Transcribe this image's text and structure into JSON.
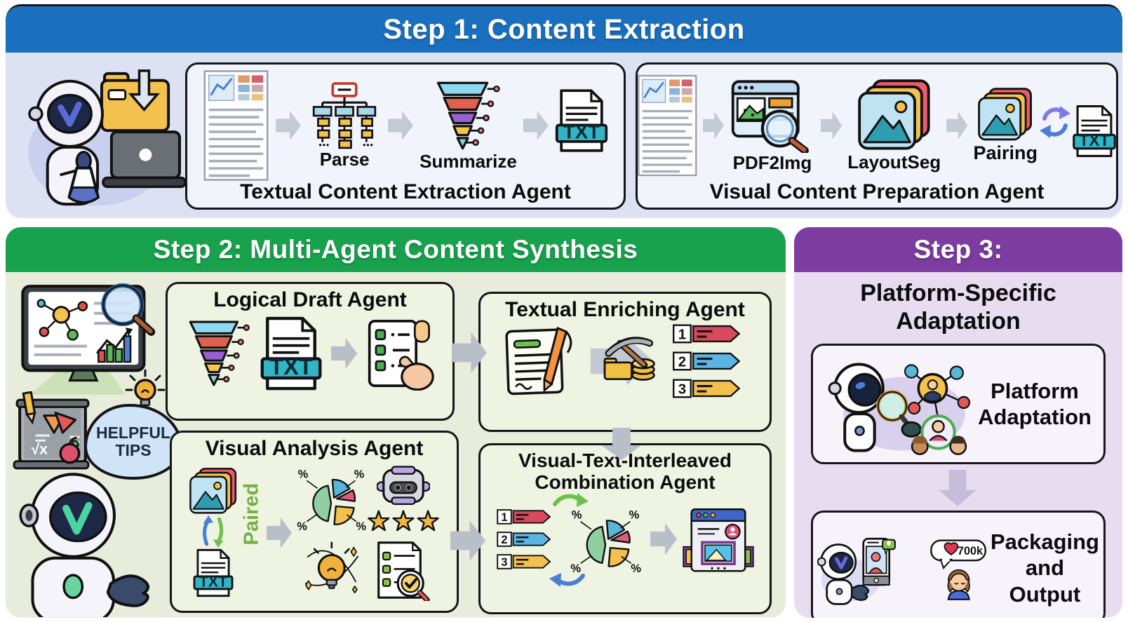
{
  "glyphs": {
    "percent": "%",
    "txt_label": "TXT"
  },
  "colors": {
    "step1_header": "#1a6fbe",
    "step1_body": "#dce1f3",
    "step2_header": "#18a24d",
    "step2_body": "#e7ecdb",
    "step3_header": "#7c3ca0",
    "step3_body": "#e8ddf0",
    "banner_red": "#d8485f",
    "banner_blue": "#5bb4e4",
    "banner_yellow": "#f2c04e",
    "paired_green": "#76b043"
  },
  "step1": {
    "title": "Step 1: Content Extraction",
    "textual_agent": {
      "title": "Textual Content Extraction Agent",
      "parse_label": "Parse",
      "summarize_label": "Summarize"
    },
    "visual_agent": {
      "title": "Visual Content Preparation Agent",
      "pdf2img_label": "PDF2Img",
      "layoutseg_label": "LayoutSeg",
      "pairing_label": "Pairing"
    }
  },
  "step2": {
    "title": "Step 2: Multi-Agent Content Synthesis",
    "tips_line1": "HELPFUL",
    "tips_line2": "TIPS",
    "board_formula": "√x",
    "logical_draft_title": "Logical Draft Agent",
    "textual_enriching_title": "Textual Enriching Agent",
    "visual_analysis_title": "Visual Analysis Agent",
    "paired_label": "Paired",
    "combination_title_line1": "Visual-Text-Interleaved",
    "combination_title_line2": "Combination Agent",
    "banner_numbers": [
      "1",
      "2",
      "3"
    ]
  },
  "step3": {
    "title": "Step 3:",
    "subtitle_line1": "Platform-Specific",
    "subtitle_line2": "Adaptation",
    "platform_label_line1": "Platform",
    "platform_label_line2": "Adaptation",
    "packaging_label_line1": "Packaging",
    "packaging_label_line2": "and Output",
    "likes_count": "700k"
  }
}
